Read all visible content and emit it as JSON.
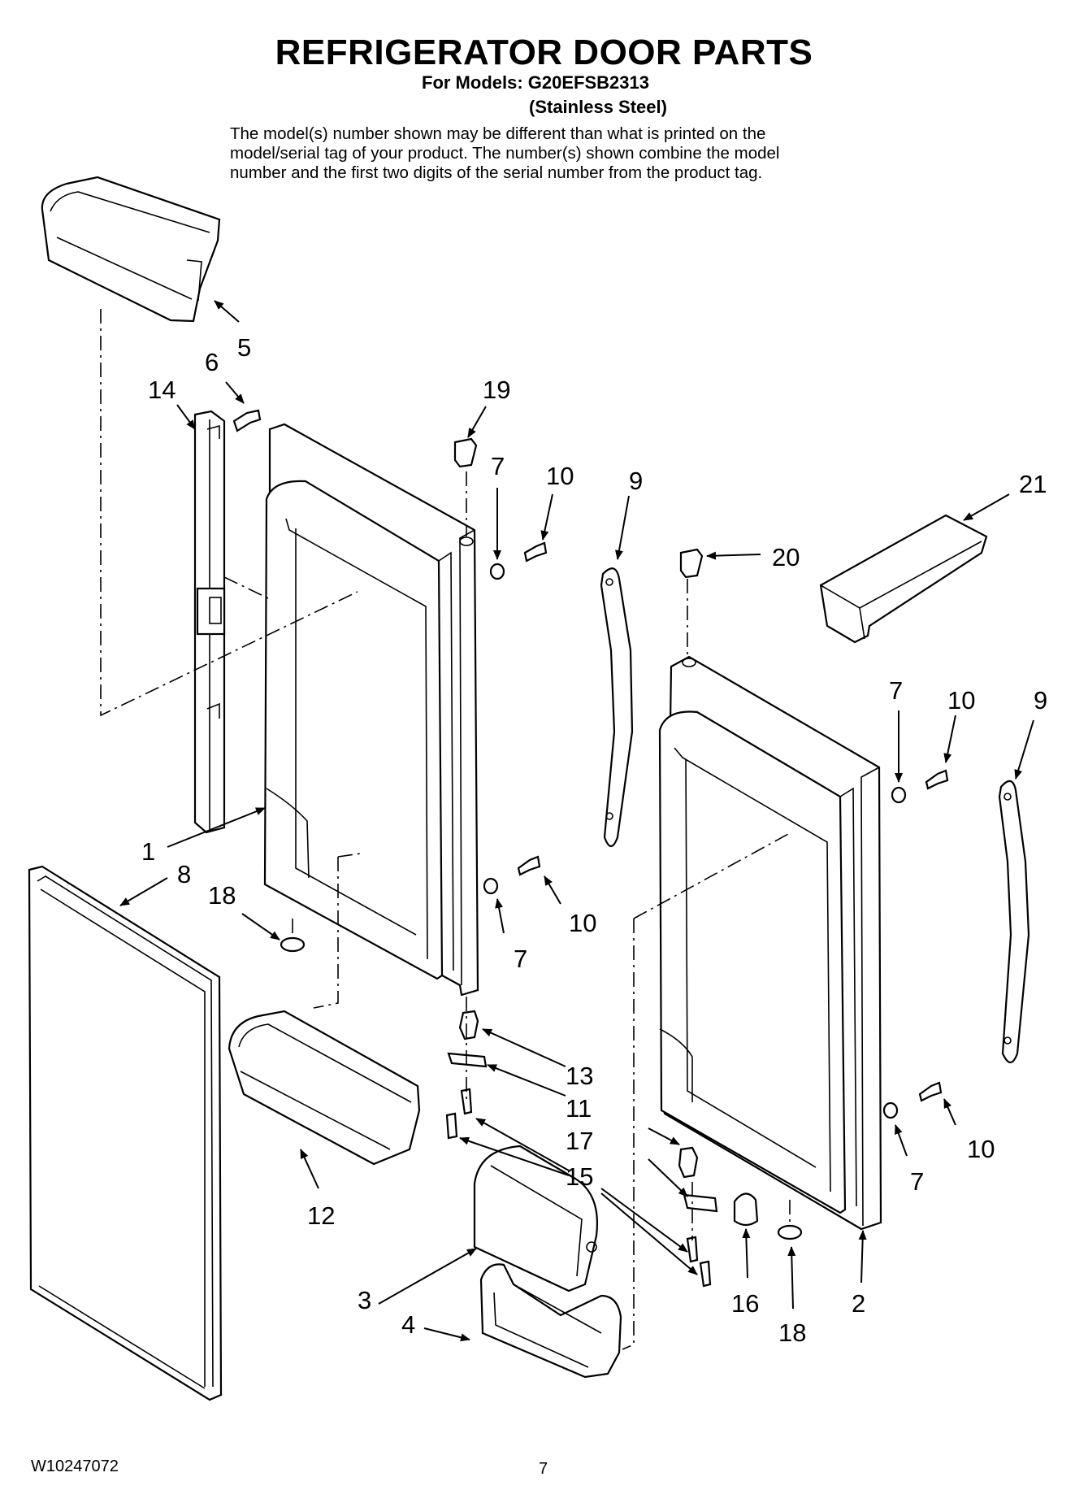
{
  "header": {
    "title": "REFRIGERATOR DOOR PARTS",
    "models": "For Models: G20EFSB2313",
    "finish": "(Stainless Steel)",
    "description": [
      "The model(s) number shown may be different than what is printed on the",
      "model/serial tag of your product. The number(s) shown combine the model",
      "number and the first two digits of the serial number from the product tag."
    ]
  },
  "callouts": {
    "c1": "1",
    "c2": "2",
    "c3": "3",
    "c4": "4",
    "c5": "5",
    "c6": "6",
    "c7a": "7",
    "c7b": "7",
    "c7c": "7",
    "c7d": "7",
    "c8": "8",
    "c9a": "9",
    "c9b": "9",
    "c10a": "10",
    "c10b": "10",
    "c10c": "10",
    "c10d": "10",
    "c11": "11",
    "c12": "12",
    "c13": "13",
    "c14": "14",
    "c15": "15",
    "c16": "16",
    "c17": "17",
    "c18a": "18",
    "c18b": "18",
    "c19": "19",
    "c20": "20",
    "c21": "21"
  },
  "footer": {
    "doc_number": "W10247072",
    "page": "7"
  }
}
